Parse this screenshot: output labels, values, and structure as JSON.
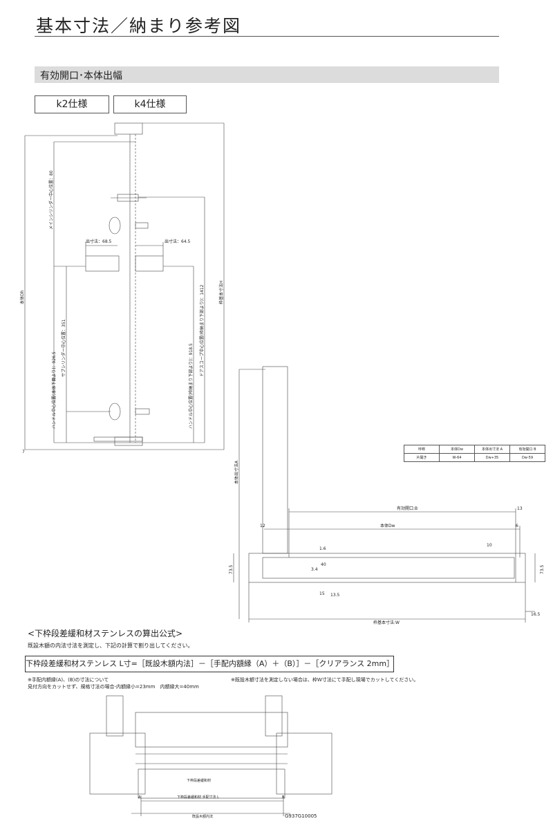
{
  "title": "基本寸法／納まり参考図",
  "section_header": "有効開口･本体出幅",
  "tabs": [
    {
      "label": "k2仕様"
    },
    {
      "label": "k4仕様"
    }
  ],
  "elevation": {
    "handle_left_dim": "出寸法：68.5",
    "handle_right_dim": "出寸法：64.5",
    "main_cylinder": "メインシリンダー中心位置：80",
    "sub_cylinder": "サブシリンダー中心位置：351",
    "handle_center_body": "ハンドル中心位置(本体下面より)：926.5",
    "handle_center_frame": "ハンドル中心位置(枠納まり下部より)：918.5",
    "door_scope": "ドアスコープ中心位置(枠納まり下部より)：1412",
    "body_dim_h": "本体Dh",
    "frame_dim_h": "枠基本寸法H",
    "dim_7": "7"
  },
  "spec_table": {
    "headers": [
      "呼称",
      "本体Dw",
      "本体出寸法\nA",
      "有効開口\nB"
    ],
    "rows": [
      [
        "片開き",
        "W-64",
        "Dw+35",
        "Dw-59"
      ]
    ]
  },
  "plan": {
    "body_projection_a": "本体出寸法A",
    "effective_opening_b": "有効開口:B",
    "body_dw": "本体Dw",
    "frame_w": "枠基本寸法:W",
    "dims": [
      "13",
      "12",
      "6",
      "10",
      "1.6",
      "3.4",
      "40",
      "15",
      "13.5",
      "73.5",
      "73.5",
      "16.5"
    ]
  },
  "formula": {
    "heading": "<下枠段差緩和材ステンレスの算出公式>",
    "description": "既設木額の内法寸法を測定し、下記の計算で割り出してください。",
    "expression": "下枠段差緩和材ステンレス L寸=［既設木額内法］－［手配内額縁（A）＋（B）］－［クリアランス 2mm］",
    "note_left_1": "※手配内額縁(A)、(B)の寸法について",
    "note_left_2": "見付方向をカットせず、規格寸法の場合-内額縁小=23mm　内額縁大=40mm",
    "note_right": "※既設木額寸法を測定しない場合は、枠W寸法にて手配し現場でカットしてください。"
  },
  "section_detail": {
    "label_sill": "下枠段差緩和材",
    "label_sill_l": "下枠段差緩和材 手配寸法 L",
    "label_existing": "既設木額内法",
    "label_a": "A",
    "label_b": "B"
  },
  "drawing_code": "G937G10005"
}
